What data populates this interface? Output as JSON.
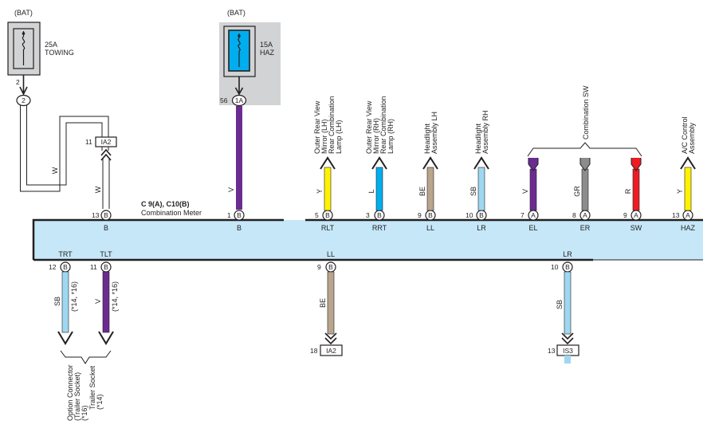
{
  "fuses": {
    "towing": {
      "source": "(BAT)",
      "rating": "25A",
      "name": "TOWING",
      "pin": "2",
      "junction": "2"
    },
    "haz": {
      "source": "(BAT)",
      "rating": "15A",
      "name": "HAZ",
      "pin": "56",
      "junction": "1A"
    }
  },
  "meter": {
    "title": "C 9(A), C10(B)",
    "subtitle": "Combination Meter",
    "top_terminals": [
      {
        "num": "13",
        "conn": "B",
        "name": "B"
      },
      {
        "num": "1",
        "conn": "B",
        "name": "B"
      },
      {
        "num": "5",
        "conn": "B",
        "name": "RLT"
      },
      {
        "num": "3",
        "conn": "B",
        "name": "RRT"
      },
      {
        "num": "9",
        "conn": "B",
        "name": "LL"
      },
      {
        "num": "10",
        "conn": "B",
        "name": "LR"
      },
      {
        "num": "7",
        "conn": "A",
        "name": "EL"
      },
      {
        "num": "8",
        "conn": "A",
        "name": "ER"
      },
      {
        "num": "9",
        "conn": "A",
        "name": "SW"
      },
      {
        "num": "13",
        "conn": "A",
        "name": "HAZ"
      }
    ],
    "bottom_terminals": [
      {
        "num": "12",
        "conn": "B",
        "name": "TRT"
      },
      {
        "num": "11",
        "conn": "B",
        "name": "TLT"
      },
      {
        "num": "9",
        "conn": "B",
        "name": "LL"
      },
      {
        "num": "10",
        "conn": "B",
        "name": "LR"
      }
    ]
  },
  "connectors": {
    "ia2_top": {
      "pin": "11",
      "label": "IA2"
    },
    "ia2_bottom": {
      "pin": "18",
      "label": "IA2"
    },
    "is3": {
      "pin": "13",
      "label": "IS3"
    }
  },
  "wires": {
    "towing": "W",
    "towing_lower": "W",
    "haz": "V",
    "rlt": "Y",
    "rrt": "L",
    "ll": "BE",
    "lr": "SB",
    "el": "V",
    "er": "GR",
    "sw": "R",
    "hazout": "Y",
    "trt": "SB",
    "tlt": "V",
    "ll_bottom": "BE",
    "lr_bottom": "SB"
  },
  "notes": {
    "trt": "(*14, *16)",
    "tlt": "(*14, *16)"
  },
  "destinations": {
    "rlt": [
      "Outer Rear View",
      "Mirror (LH)",
      "Rear Combination",
      "Lamp (LH)"
    ],
    "rrt": [
      "Outer Rear View",
      "Mirror (RH)",
      "Rear Combination",
      "Lamp (RH)"
    ],
    "ll": [
      "Headlight",
      "Assembly LH"
    ],
    "lr": [
      "Headlight",
      "Assembly RH"
    ],
    "combination_sw": "Combination SW",
    "haz": [
      "A/C Control",
      "Assembly"
    ],
    "trt": [
      "Option Connector",
      "(Trailer Socket)",
      "(*16)"
    ],
    "tlt": [
      "Trailer Socket",
      "(*14)"
    ]
  },
  "colors": {
    "meter_fill": "#c5e7f8",
    "white_wire": "#ffffff",
    "violet": "#6b2c91",
    "yellow": "#fff200",
    "blue": "#00aeef",
    "beige": "#b9a48c",
    "sky_blue": "#9fd7f1",
    "gray": "#8c8c8c",
    "red": "#ed1c24",
    "fuse_box": "#d1d3d4",
    "fuse_blue": "#00aeef"
  }
}
